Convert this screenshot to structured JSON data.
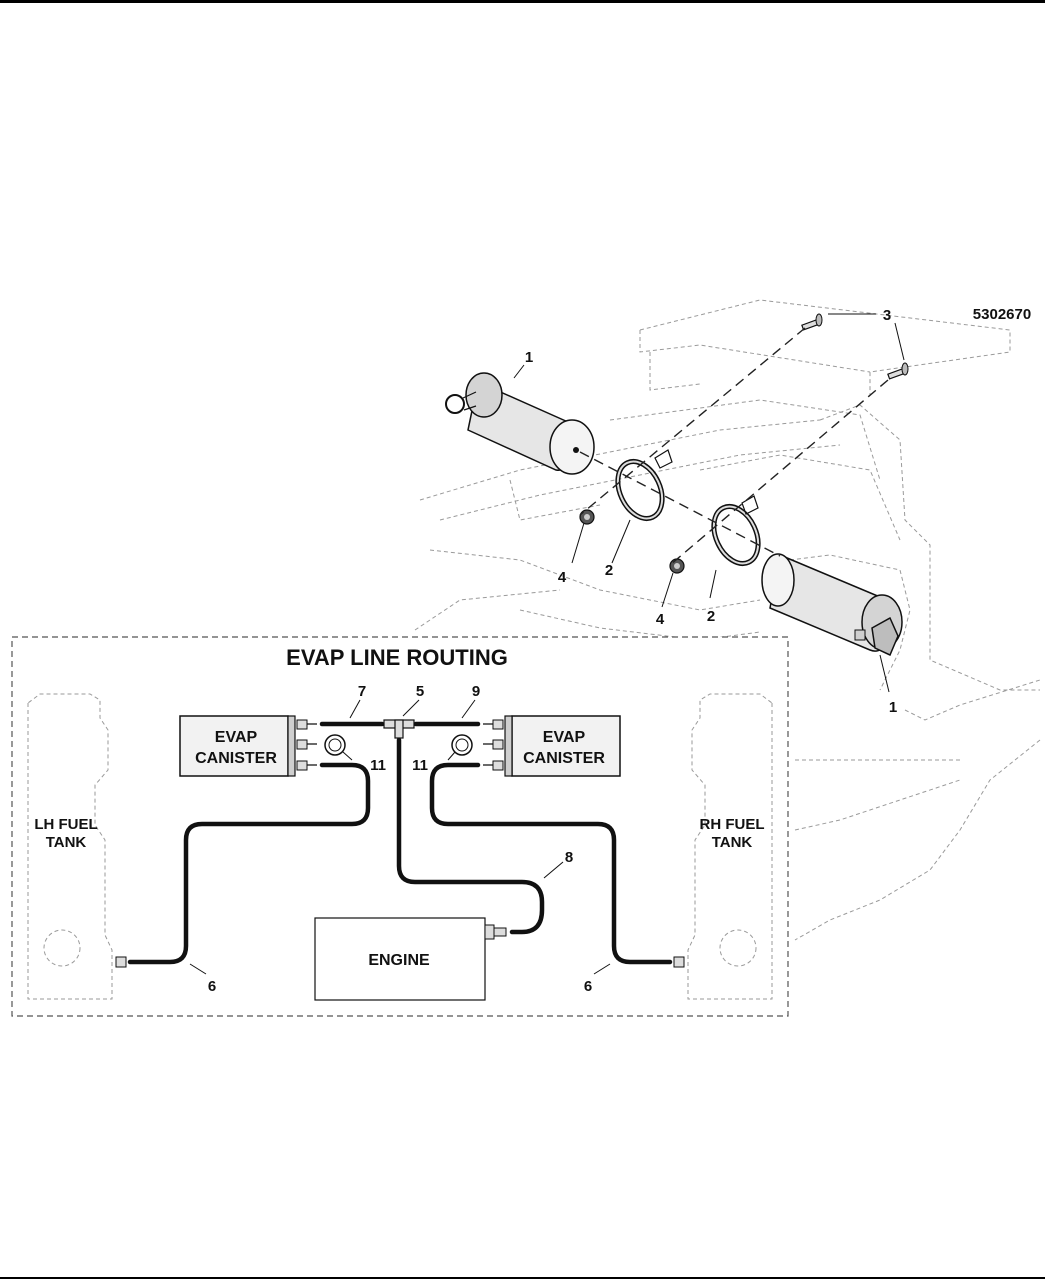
{
  "figure_number": "5302670",
  "inset": {
    "title": "EVAP LINE ROUTING",
    "left_canister": [
      "EVAP",
      "CANISTER"
    ],
    "right_canister": [
      "EVAP",
      "CANISTER"
    ],
    "lh_tank": [
      "LH FUEL",
      "TANK"
    ],
    "rh_tank": [
      "RH FUEL",
      "TANK"
    ],
    "engine": "ENGINE"
  },
  "callouts": {
    "c1": "1",
    "c2": "2",
    "c3": "3",
    "c4": "4",
    "c5": "5",
    "c6": "6",
    "c7": "7",
    "c8": "8",
    "c9": "9",
    "c11": "11"
  }
}
